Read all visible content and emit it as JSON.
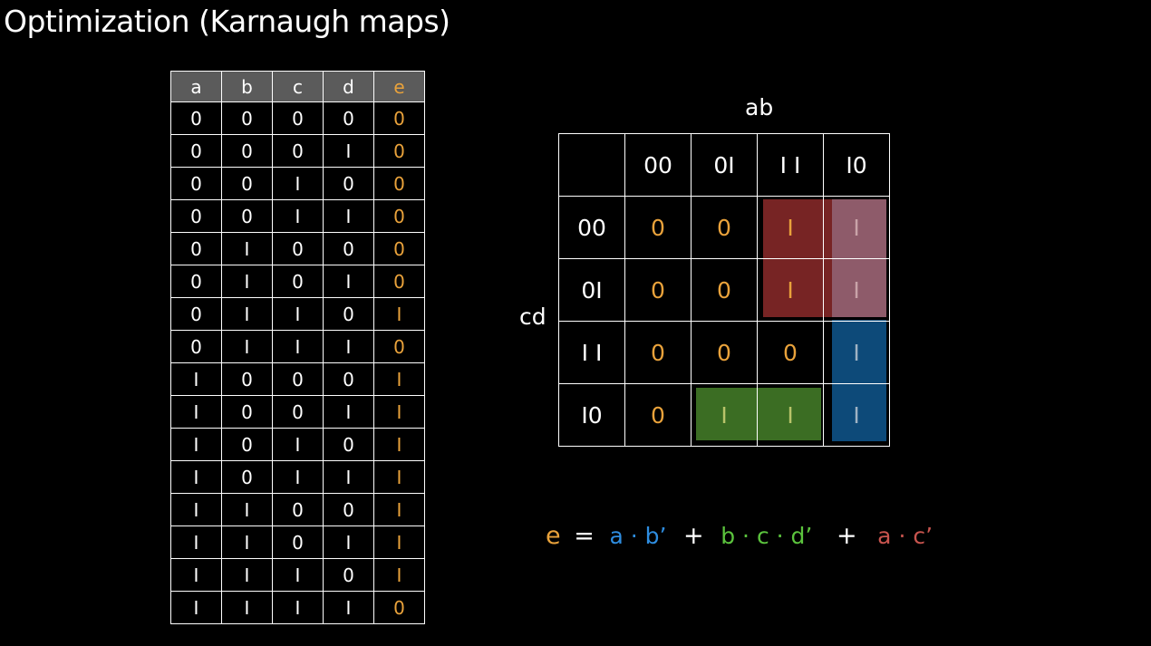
{
  "title": "Optimization (Karnaugh maps)",
  "truth_table": {
    "headers": [
      "a",
      "b",
      "c",
      "d",
      "e"
    ],
    "rows": [
      [
        "0",
        "0",
        "0",
        "0",
        "0"
      ],
      [
        "0",
        "0",
        "0",
        "I",
        "0"
      ],
      [
        "0",
        "0",
        "I",
        "0",
        "0"
      ],
      [
        "0",
        "0",
        "I",
        "I",
        "0"
      ],
      [
        "0",
        "I",
        "0",
        "0",
        "0"
      ],
      [
        "0",
        "I",
        "0",
        "I",
        "0"
      ],
      [
        "0",
        "I",
        "I",
        "0",
        "I"
      ],
      [
        "0",
        "I",
        "I",
        "I",
        "0"
      ],
      [
        "I",
        "0",
        "0",
        "0",
        "I"
      ],
      [
        "I",
        "0",
        "0",
        "I",
        "I"
      ],
      [
        "I",
        "0",
        "I",
        "0",
        "I"
      ],
      [
        "I",
        "0",
        "I",
        "I",
        "I"
      ],
      [
        "I",
        "I",
        "0",
        "0",
        "I"
      ],
      [
        "I",
        "I",
        "0",
        "I",
        "I"
      ],
      [
        "I",
        "I",
        "I",
        "0",
        "I"
      ],
      [
        "I",
        "I",
        "I",
        "I",
        "0"
      ]
    ]
  },
  "kmap": {
    "col_var": "ab",
    "row_var": "cd",
    "col_headers": [
      "00",
      "0I",
      "I I",
      "I0"
    ],
    "row_headers": [
      "00",
      "0I",
      "I I",
      "I0"
    ],
    "cells": [
      [
        "0",
        "0",
        "I",
        "I"
      ],
      [
        "0",
        "0",
        "I",
        "I"
      ],
      [
        "0",
        "0",
        "0",
        "I"
      ],
      [
        "0",
        "I",
        "I",
        "I"
      ]
    ],
    "group_colors": {
      "red": "#7d2626",
      "blue": "#0d4a79",
      "green": "#3b6d23"
    }
  },
  "equation": {
    "lhs": "e",
    "eq": "=",
    "term1": "a · b’",
    "plus1": "+",
    "term2": "b · c · d’",
    "plus2": "+",
    "term3": "a · c’"
  }
}
